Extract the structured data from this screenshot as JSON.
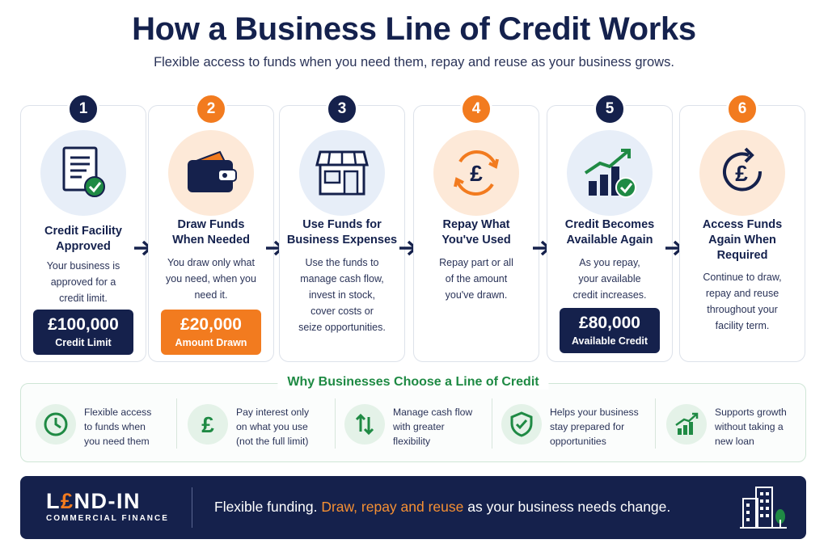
{
  "title": "How a Business Line of Credit Works",
  "subtitle": "Flexible access to funds when you need them, repay and reuse as your business grows.",
  "steps": [
    {
      "number": "1",
      "title_lines": [
        "Credit Facility",
        "Approved"
      ],
      "desc_lines": [
        "Your business is",
        "approved for a",
        "credit limit."
      ],
      "pill_amount": "£100,000",
      "pill_label": "Credit Limit",
      "icon": "approved-document-icon"
    },
    {
      "number": "2",
      "title_lines": [
        "Draw Funds",
        "When Needed"
      ],
      "desc_lines": [
        "You draw only what",
        "you need, when you",
        "need it."
      ],
      "pill_amount": "£20,000",
      "pill_label": "Amount Drawn",
      "icon": "wallet-icon"
    },
    {
      "number": "3",
      "title_lines": [
        "Use Funds for",
        "Business Expenses"
      ],
      "desc_lines": [
        "Use the funds to",
        "manage cash flow,",
        "invest in stock,",
        "cover costs or",
        "seize opportunities."
      ],
      "icon": "storefront-icon"
    },
    {
      "number": "4",
      "title_lines": [
        "Repay What",
        "You've Used"
      ],
      "desc_lines": [
        "Repay part or all",
        "of the amount",
        "you've drawn."
      ],
      "icon": "pound-cycle-icon"
    },
    {
      "number": "5",
      "title_lines": [
        "Credit Becomes",
        "Available Again"
      ],
      "desc_lines": [
        "As you repay,",
        "your available",
        "credit increases."
      ],
      "pill_amount": "£80,000",
      "pill_label": "Available Credit",
      "icon": "growth-chart-icon"
    },
    {
      "number": "6",
      "title_lines": [
        "Access Funds",
        "Again When",
        "Required"
      ],
      "desc_lines": [
        "Continue to draw,",
        "repay and reuse",
        "throughout your",
        "facility term."
      ],
      "icon": "pound-refresh-icon"
    }
  ],
  "why": {
    "title": "Why Businesses Choose a Line of Credit",
    "benefits": [
      {
        "lines": [
          "Flexible access",
          "to funds when",
          "you need them"
        ],
        "icon": "clock-icon"
      },
      {
        "lines": [
          "Pay interest only",
          "on what you use",
          "(not the full limit)"
        ],
        "icon": "pound-icon"
      },
      {
        "lines": [
          "Manage cash flow",
          "with greater",
          "flexibility"
        ],
        "icon": "up-down-arrows-icon"
      },
      {
        "lines": [
          "Helps your business",
          "stay prepared for",
          "opportunities"
        ],
        "icon": "shield-check-icon"
      },
      {
        "lines": [
          "Supports growth",
          "without taking a",
          "new loan"
        ],
        "icon": "bar-chart-icon"
      }
    ]
  },
  "footer": {
    "logo_left": "L",
    "logo_pound": "£",
    "logo_right": "ND-IN",
    "logo_sub": "COMMERCIAL FINANCE",
    "tagline_pre": "Flexible funding. ",
    "tagline_highlight": "Draw, repay and reuse",
    "tagline_post": " as your business needs change."
  },
  "colors": {
    "navy": "#15214c",
    "orange": "#f27b1f",
    "green": "#1f8a44",
    "light_blue": "#e7eef8",
    "peach": "#fde9d8"
  }
}
